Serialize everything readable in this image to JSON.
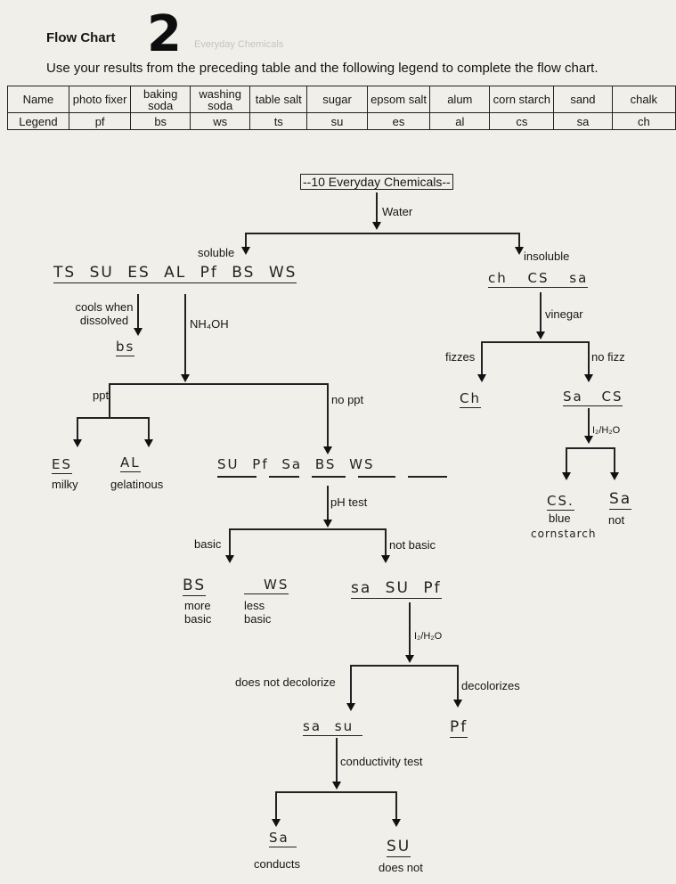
{
  "header": {
    "title": "Flow Chart",
    "handwritten_number": "2",
    "instructions": "Use your results from the preceding table and the following legend to complete the flow chart."
  },
  "legend": {
    "row_labels": [
      "Name",
      "Legend"
    ],
    "columns": [
      {
        "name": "photo fixer",
        "code": "pf"
      },
      {
        "name": "baking soda",
        "code": "bs"
      },
      {
        "name": "washing soda",
        "code": "ws"
      },
      {
        "name": "table salt",
        "code": "ts"
      },
      {
        "name": "sugar",
        "code": "su"
      },
      {
        "name": "epsom salt",
        "code": "es"
      },
      {
        "name": "alum",
        "code": "al"
      },
      {
        "name": "corn starch",
        "code": "cs"
      },
      {
        "name": "sand",
        "code": "sa"
      },
      {
        "name": "chalk",
        "code": "ch"
      }
    ]
  },
  "flow": {
    "top_title": "--10 Everyday Chemicals--",
    "water": "Water",
    "soluble": "soluble",
    "insoluble": "insoluble",
    "soluble_list": "TS SU ES AL Pf BS WS",
    "insoluble_list": "ch CS sa",
    "cools_when_dissolved": "cools when dissolved",
    "cools_answer": "bs",
    "nh4oh": "NH₄OH",
    "vinegar": "vinegar",
    "fizzes": "fizzes",
    "no_fizz": "no fizz",
    "fizzes_answer": "Ch",
    "no_fizz_answer": "Sa CS",
    "ppt": "ppt",
    "no_ppt": "no ppt",
    "i2_h2o_right": "I₂/H₂O",
    "es_answer": "ES",
    "al_answer": "AL",
    "milky": "milky",
    "gelatinous": "gelatinous",
    "no_ppt_list": "SU Pf Sa BS WS",
    "ph_test": "pH test",
    "cs_answer": "CS.",
    "sa_answer": "Sa",
    "blue": "blue",
    "not": "not",
    "cornstarch_note": "cornstarch",
    "basic": "basic",
    "not_basic": "not basic",
    "bs_answer": "BS",
    "ws_answer": "WS",
    "more_basic": "more basic",
    "less_basic": "less basic",
    "not_basic_list": "sa SU Pf",
    "i2_h2o_center": "I₂/H₂O",
    "does_not_decolorize": "does not decolorize",
    "decolorizes": "decolorizes",
    "ndc_list": "sa su",
    "pf_answer": "Pf",
    "conductivity_test": "conductivity test",
    "sa_conducts_answer": "Sa",
    "su_answer": "SU",
    "conducts": "conducts",
    "does_not": "does not",
    "faint_text": "Everyday Chemicals"
  },
  "colors": {
    "paper": "#f1efe9",
    "ink": "#161616"
  }
}
